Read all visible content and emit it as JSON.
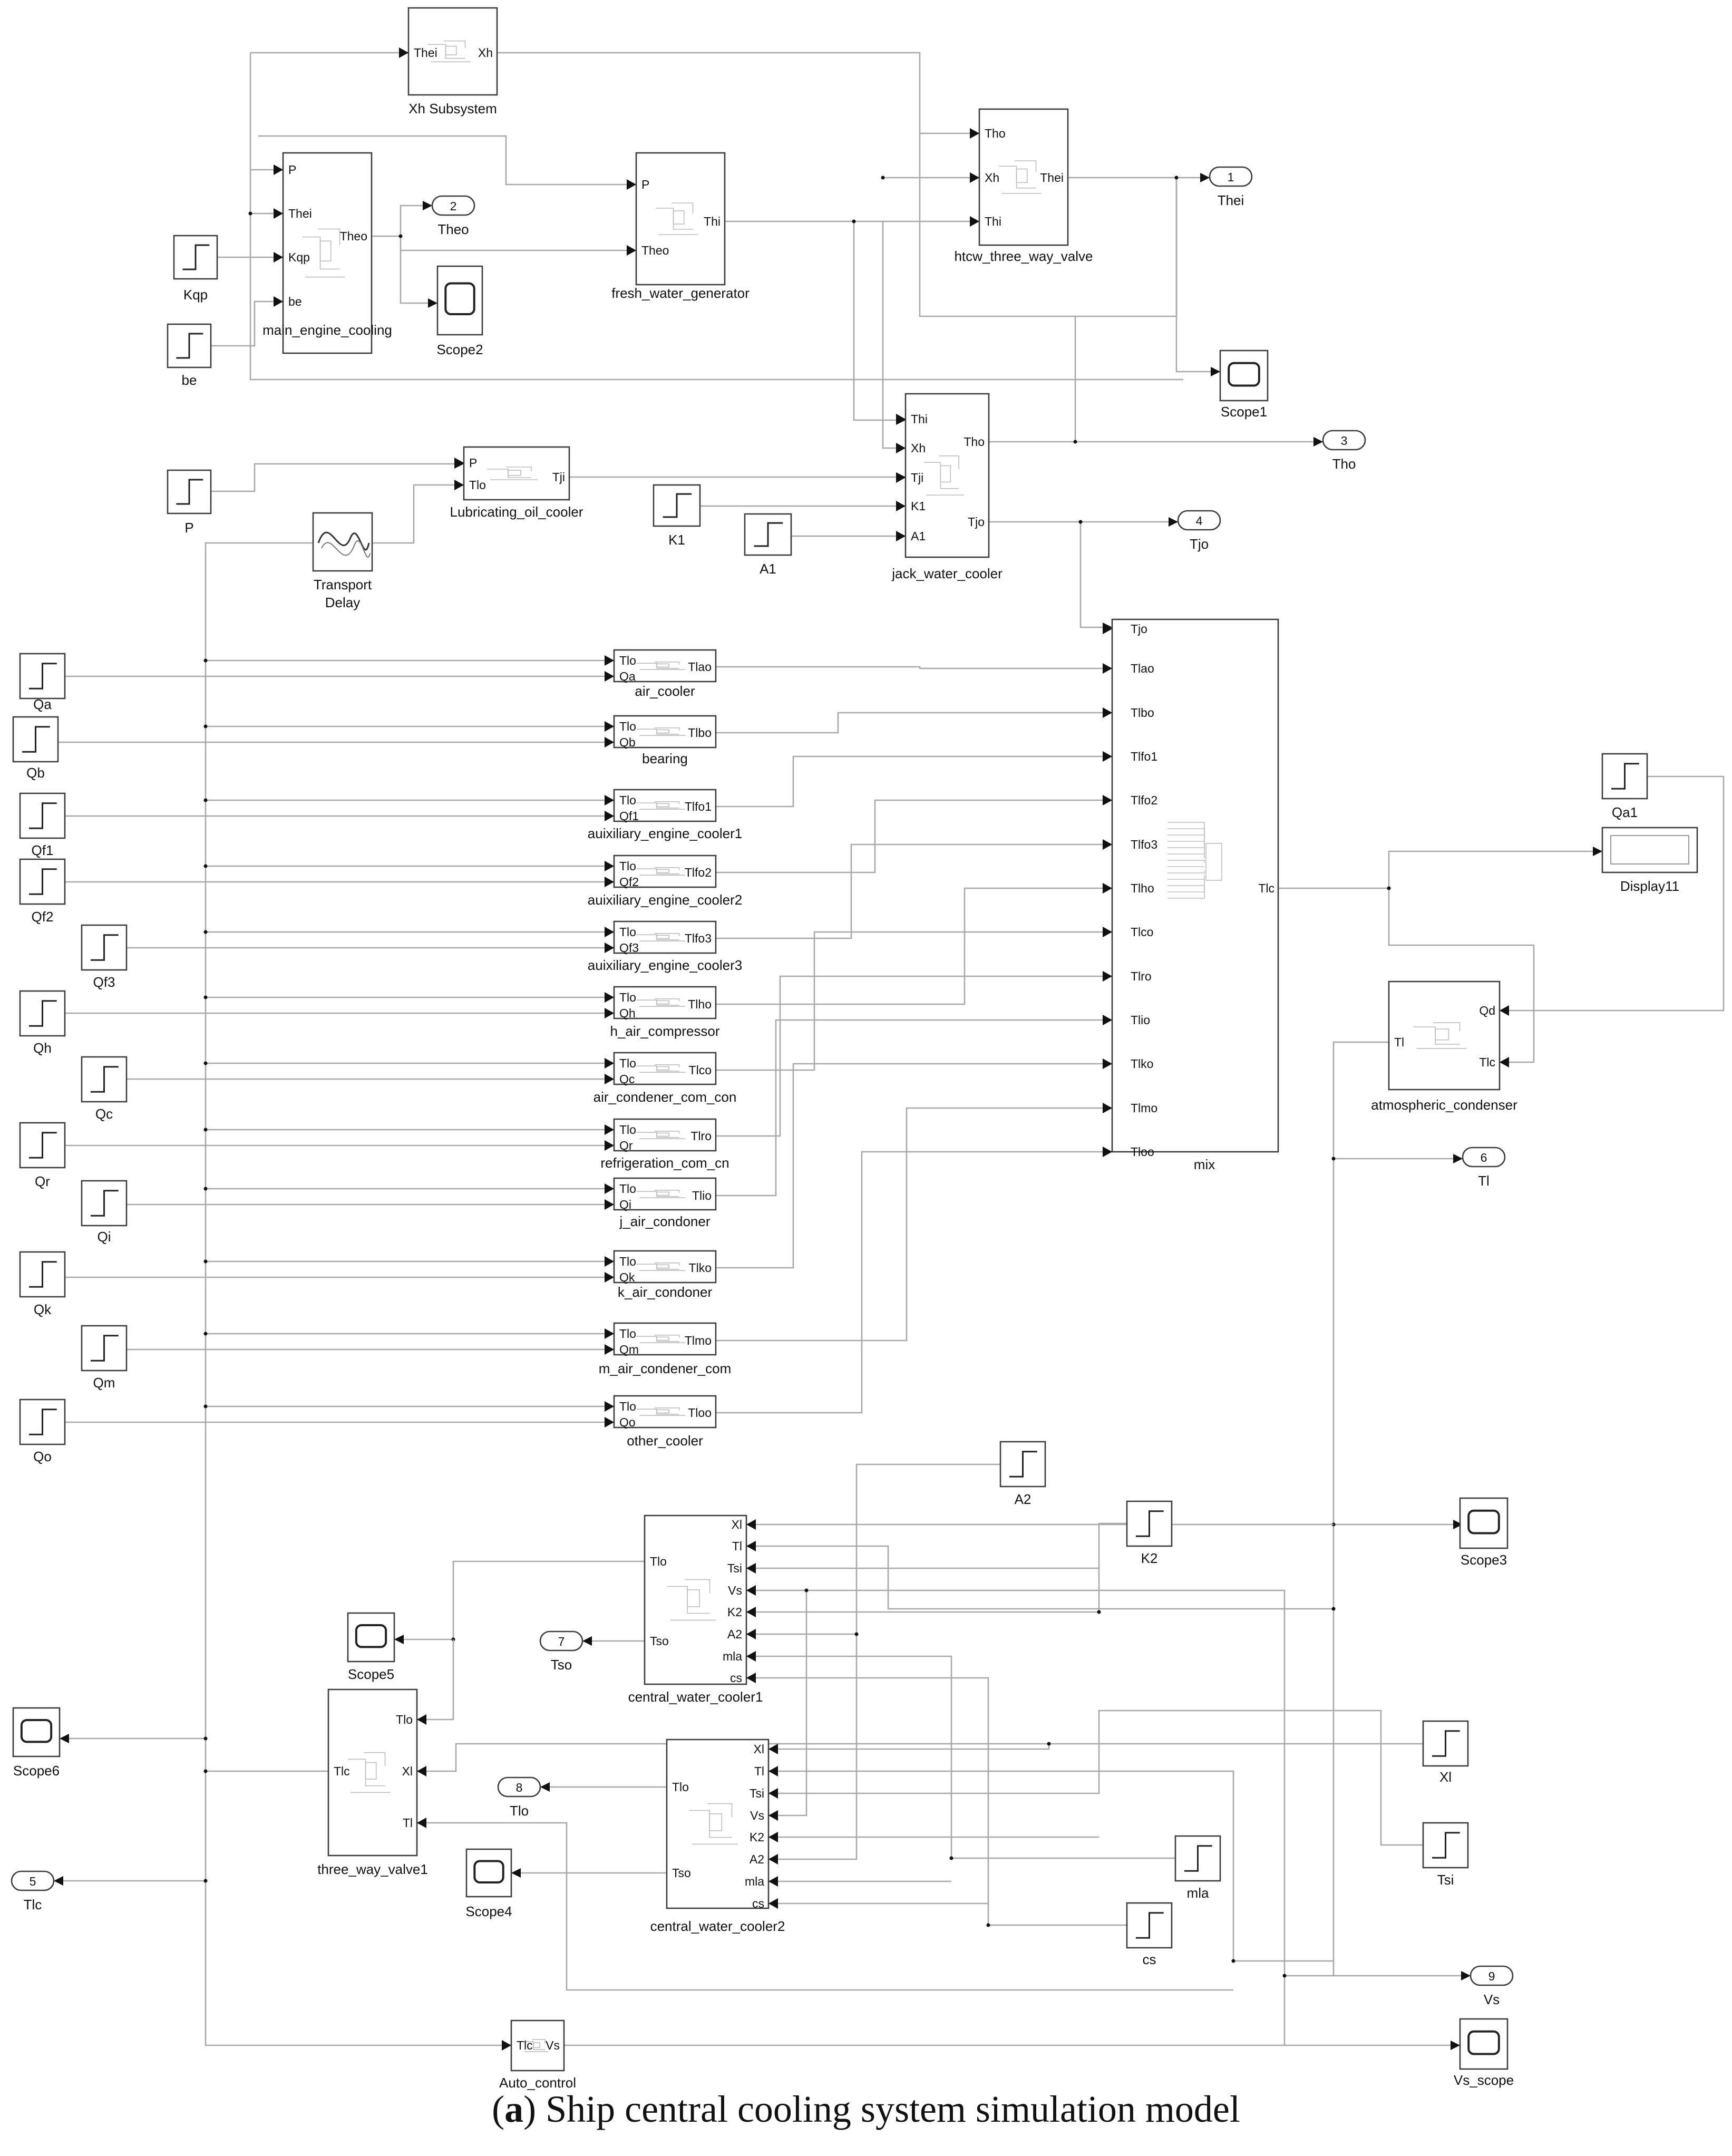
{
  "caption": {
    "letter": "a",
    "open": "(",
    "close": ")",
    "text": " Ship central cooling system simulation model"
  },
  "subsystems": [
    {
      "id": "xh",
      "name": "Xh Subsystem",
      "ports_in": [
        "Thei"
      ],
      "ports_out": [
        "Xh"
      ]
    },
    {
      "id": "mec",
      "name": "main_engine_cooling",
      "ports_in": [
        "P",
        "Thei",
        "Kqp",
        "be"
      ],
      "ports_out": [
        "Theo"
      ]
    },
    {
      "id": "fwg",
      "name": "fresh_water_generator",
      "ports_in": [
        "P",
        "Theo"
      ],
      "ports_out": [
        "Thi"
      ]
    },
    {
      "id": "htcw",
      "name": "htcw_three_way_valve",
      "ports_in": [
        "Tho",
        "Xh",
        "Thi"
      ],
      "ports_out": [
        "Thei"
      ]
    },
    {
      "id": "jwc",
      "name": "jack_water_cooler",
      "ports_in": [
        "Thi",
        "Xh",
        "Tji",
        "K1",
        "A1"
      ],
      "ports_out": [
        "Tho",
        "Tjo"
      ]
    },
    {
      "id": "loc",
      "name": "Lubricating_oil_cooler",
      "ports_in": [
        "P",
        "Tlo"
      ],
      "ports_out": [
        "Tji"
      ]
    },
    {
      "id": "td",
      "name": "Transport Delay",
      "name2": "Delay",
      "name1": "Transport"
    },
    {
      "id": "air_cooler",
      "name": "air_cooler",
      "ports_in": [
        "Tlo",
        "Qa"
      ],
      "ports_out": [
        "Tlao"
      ]
    },
    {
      "id": "bearing",
      "name": "bearing",
      "ports_in": [
        "Tlo",
        "Qb"
      ],
      "ports_out": [
        "Tlbo"
      ]
    },
    {
      "id": "aec1",
      "name": "auixiliary_engine_cooler1",
      "ports_in": [
        "Tlo",
        "Qf1"
      ],
      "ports_out": [
        "Tlfo1"
      ]
    },
    {
      "id": "aec2",
      "name": "auixiliary_engine_cooler2",
      "ports_in": [
        "Tlo",
        "Qf2"
      ],
      "ports_out": [
        "Tlfo2"
      ]
    },
    {
      "id": "aec3",
      "name": "auixiliary_engine_cooler3",
      "ports_in": [
        "Tlo",
        "Qf3"
      ],
      "ports_out": [
        "Tlfo3"
      ]
    },
    {
      "id": "hac",
      "name": "h_air_compressor",
      "ports_in": [
        "Tlo",
        "Qh"
      ],
      "ports_out": [
        "Tlho"
      ]
    },
    {
      "id": "acc",
      "name": "air_condener_com_con",
      "ports_in": [
        "Tlo",
        "Qc"
      ],
      "ports_out": [
        "Tlco"
      ]
    },
    {
      "id": "rcc",
      "name": "refrigeration_com_cn",
      "ports_in": [
        "Tlo",
        "Qr"
      ],
      "ports_out": [
        "Tlro"
      ]
    },
    {
      "id": "jac",
      "name": "j_air_condoner",
      "ports_in": [
        "Tlo",
        "Qi"
      ],
      "ports_out": [
        "Tlio"
      ]
    },
    {
      "id": "kac",
      "name": "k_air_condoner",
      "ports_in": [
        "Tlo",
        "Qk"
      ],
      "ports_out": [
        "Tlko"
      ]
    },
    {
      "id": "mac",
      "name": "m_air_condener_com",
      "ports_in": [
        "Tlo",
        "Qm"
      ],
      "ports_out": [
        "Tlmo"
      ]
    },
    {
      "id": "oc",
      "name": "other_cooler",
      "ports_in": [
        "Tlo",
        "Qo"
      ],
      "ports_out": [
        "Tloo"
      ]
    },
    {
      "id": "mix",
      "name": "mix",
      "ports_in": [
        "Tjo",
        "Tlao",
        "Tlbo",
        "Tlfo1",
        "Tlfo2",
        "Tlfo3",
        "Tlho",
        "Tlco",
        "Tlro",
        "Tlio",
        "Tlko",
        "Tlmo",
        "Tloo"
      ],
      "ports_out": [
        "Tlc"
      ]
    },
    {
      "id": "atm",
      "name": "atmospheric_condenser",
      "ports_in": [
        "Qd",
        "Tlc"
      ],
      "ports_out": [
        "Tl"
      ]
    },
    {
      "id": "cwc1",
      "name": "central_water_cooler1",
      "ports_in": [
        "Xl",
        "Tl",
        "Tsi",
        "Vs",
        "K2",
        "A2",
        "mla",
        "cs"
      ],
      "ports_out": [
        "Tlo",
        "Tso"
      ]
    },
    {
      "id": "cwc2",
      "name": "central_water_cooler2",
      "ports_in": [
        "Xl",
        "Tl",
        "Tsi",
        "Vs",
        "K2",
        "A2",
        "mla",
        "cs"
      ],
      "ports_out": [
        "Tlo",
        "Tso"
      ]
    },
    {
      "id": "twv",
      "name": "three_way_valve1",
      "ports_in": [
        "Tlo",
        "Xl",
        "Tl"
      ],
      "ports_out": [
        "Tlc"
      ]
    },
    {
      "id": "auto",
      "name": "Auto_control",
      "ports_in": [
        "Tlc"
      ],
      "ports_out": [
        "Vs"
      ]
    }
  ],
  "sources": [
    "Kqp",
    "be",
    "P",
    "K1",
    "A1",
    "Qa",
    "Qb",
    "Qf1",
    "Qf2",
    "Qf3",
    "Qh",
    "Qc",
    "Qr",
    "Qi",
    "Qk",
    "Qm",
    "Qo",
    "Qa1",
    "A2",
    "K2",
    "Xl",
    "Tsi",
    "mla",
    "cs"
  ],
  "scopes": [
    "Scope2",
    "Scope1",
    "Scope3",
    "Scope5",
    "Scope6",
    "Scope4",
    "Vs_scope"
  ],
  "display": "Display11",
  "outports": [
    {
      "num": "1",
      "label": "Thei"
    },
    {
      "num": "2",
      "label": "Theo"
    },
    {
      "num": "3",
      "label": "Tho"
    },
    {
      "num": "4",
      "label": "Tjo"
    },
    {
      "num": "5",
      "label": "Tlc"
    },
    {
      "num": "6",
      "label": "Tl"
    },
    {
      "num": "7",
      "label": "Tso"
    },
    {
      "num": "8",
      "label": "Tlo"
    },
    {
      "num": "9",
      "label": "Vs"
    }
  ]
}
